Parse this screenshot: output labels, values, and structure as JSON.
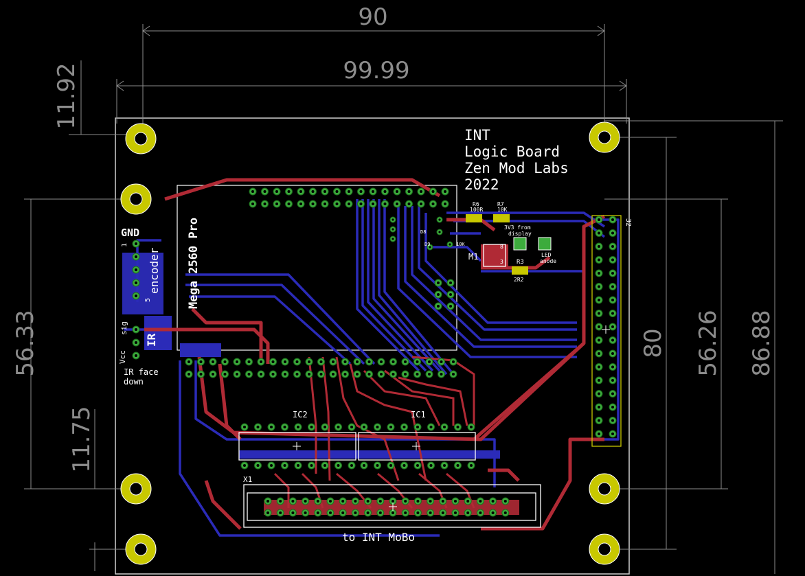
{
  "dimensions": {
    "top_outer": "90",
    "top_inner": "99.99",
    "left_small_top": "11.92",
    "left_large": "56.33",
    "left_small_bottom": "11.75",
    "right_inner": "80",
    "right_mid": "56.26",
    "right_outer": "86.88"
  },
  "title": {
    "line1": "INT",
    "line2": "Logic Board",
    "line3": "Zen Mod Labs",
    "line4": "2022"
  },
  "labels": {
    "module": "Mega 2560 Pro",
    "gnd": "GND",
    "pin1": "1",
    "pin5": "5",
    "encoder": "encoder",
    "sig": "sig",
    "ir": "IR",
    "vcc": "Vcc",
    "ir_note1": "IR face",
    "ir_note2": "down",
    "ic2": "IC2",
    "ic1": "IC1",
    "x1": "X1",
    "mobo": "to INT MoBo",
    "m1": "M1",
    "r6": "R6",
    "r6_val": "100R",
    "r7": "R7",
    "r7_val": "10K",
    "r3": "R3",
    "r3_val": "2R2",
    "v33": "3V3 from",
    "v33b": "display",
    "led1": "LED",
    "led2": "anode",
    "conn_pin": "32",
    "d8": "D8",
    "d9": "D9",
    "k10": "10K",
    "s8": "8",
    "s3": "3"
  },
  "colors": {
    "background": "#000000",
    "dimension": "#8c8c8c",
    "silkscreen": "#ffffff",
    "top_copper": "#b02a35",
    "bottom_copper": "#2b2bb8",
    "pad": "#3cab3c",
    "mount_hole": "#c8c800"
  }
}
